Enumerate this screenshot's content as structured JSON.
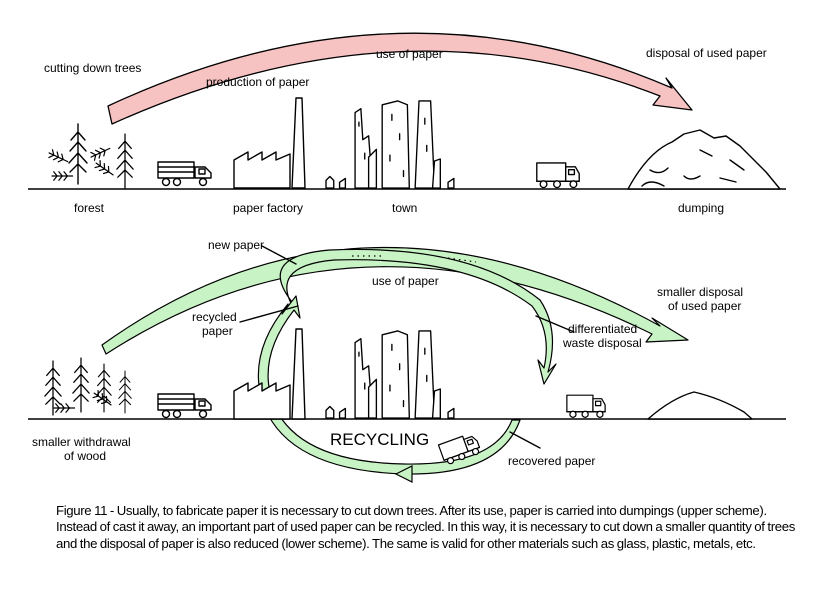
{
  "upper": {
    "cutting": "cutting down trees",
    "production": "production of paper",
    "use": "use of paper",
    "disposal": "disposal of used paper",
    "forest": "forest",
    "factory": "paper factory",
    "town": "town",
    "dumping": "dumping"
  },
  "lower": {
    "new_paper": "new paper",
    "use": "use of paper",
    "smaller_disposal_1": "smaller disposal",
    "smaller_disposal_2": "of used paper",
    "recycled_1": "recycled",
    "recycled_2": "paper",
    "differentiated_1": "differentiated",
    "differentiated_2": "waste disposal",
    "withdrawal_1": "smaller withdrawal",
    "withdrawal_2": "of wood",
    "recycling": "RECYCLING",
    "recovered": "recovered paper"
  },
  "caption": "Figure 11 - Usually, to fabricate paper it is necessary to cut down trees. After its use, paper is carried into dumpings (upper scheme). Instead of cast it away, an important part of used paper can be recycled. In this way, it is necessary to cut down a smaller quantity of trees and the disposal of paper is also reduced (lower scheme). The same is valid for other materials such as glass, plastic, metals, etc.",
  "colors": {
    "upper_arrow_fill": "#f7c2c2",
    "recycle_arrow_fill": "#c8f3c4"
  }
}
